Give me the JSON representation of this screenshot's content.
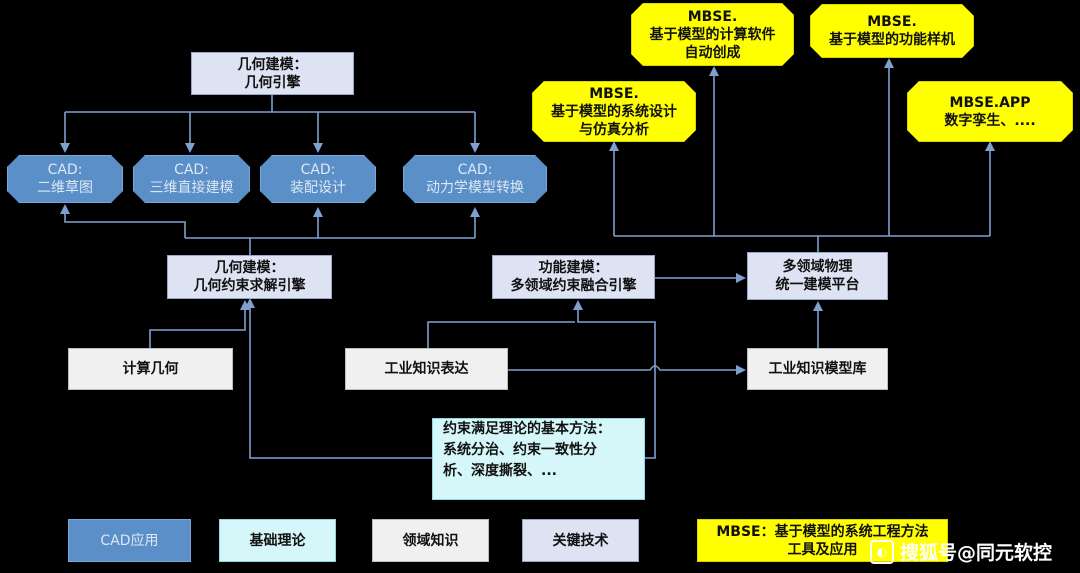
{
  "nodes": {
    "geo_top_l1": "几何建模：",
    "geo_top_l2": "几何引擎",
    "cad1_l1": "CAD:",
    "cad1_l2": "二维草图",
    "cad2_l1": "CAD:",
    "cad2_l2": "三维直接建模",
    "cad3_l1": "CAD:",
    "cad3_l2": "装配设计",
    "cad4_l1": "CAD:",
    "cad4_l2": "动力学模型转换",
    "geo_mid_l1": "几何建模：",
    "geo_mid_l2": "几何约束求解引擎",
    "func_l1": "功能建模：",
    "func_l2": "多领域约束融合引擎",
    "multi_l1": "多领域物理",
    "multi_l2": "统一建模平台",
    "comp_geo": "计算几何",
    "ind_expr": "工业知识表达",
    "ind_lib": "工业知识模型库",
    "theory_l1": "约束满足理论的基本方法：",
    "theory_l2": "系统分治、约束一致性分",
    "theory_l3": "析、深度撕裂、...",
    "mbse_sw_l1": "MBSE.",
    "mbse_sw_l2": "基于模型的计算软件",
    "mbse_sw_l3": "自动创成",
    "mbse_proto_l1": "MBSE.",
    "mbse_proto_l2": "基于模型的功能样机",
    "mbse_sys_l1": "MBSE.",
    "mbse_sys_l2": "基于模型的系统设计",
    "mbse_sys_l3": "与仿真分析",
    "mbse_app_l1": "MBSE.APP",
    "mbse_app_l2": "数字孪生、...."
  },
  "legend": {
    "cad": "CAD应用",
    "base": "基础理论",
    "domain": "领域知识",
    "key": "关键技术",
    "mbse_l1": "MBSE：基于模型的系统工程方法",
    "mbse_l2": "工具及应用"
  },
  "watermark": {
    "text": "搜狐号@同元软控"
  },
  "colors": {
    "cad": "#5b8fc7",
    "key": "#dde3f2",
    "domain": "#f0f0f0",
    "base": "#d6f7fa",
    "mbse": "#ffff00",
    "connector": "#7f9fcf"
  }
}
